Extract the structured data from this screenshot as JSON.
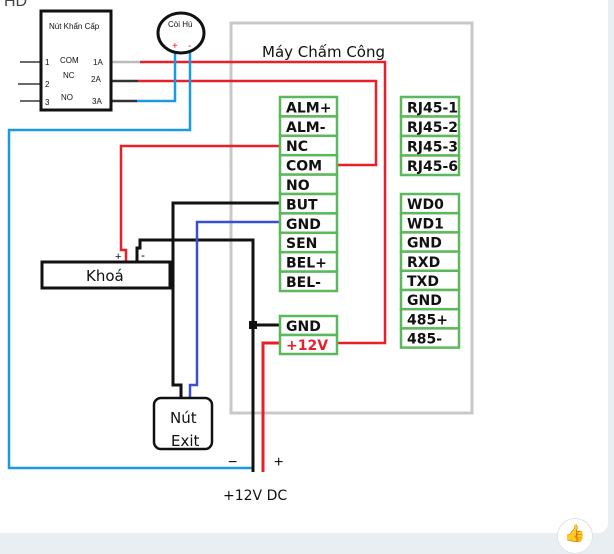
{
  "header_partial_text": "HD",
  "emergency_button": {
    "title": "Nút Khẩn Cấp",
    "left_pins": [
      "1",
      "2",
      "3"
    ],
    "contacts": [
      "COM",
      "NC",
      "NO"
    ],
    "right_pins": [
      "1A",
      "2A",
      "3A"
    ]
  },
  "siren": {
    "title": "Còi Hú",
    "plus": "+",
    "minus": "-"
  },
  "device": {
    "title": "Máy Chấm Công",
    "left_terminals": [
      "ALM+",
      "ALM-",
      "NC",
      "COM",
      "NO",
      "BUT",
      "GND",
      "SEN",
      "BEL+",
      "BEL-"
    ],
    "power_terminals": [
      "GND",
      "+12V"
    ],
    "rj45_terminals": [
      "RJ45-1",
      "RJ45-2",
      "RJ45-3",
      "RJ45-6"
    ],
    "comm_terminals": [
      "WD0",
      "WD1",
      "GND",
      "RXD",
      "TXD",
      "GND",
      "485+",
      "485-"
    ]
  },
  "lock": {
    "label": "Khoá",
    "plus": "+",
    "minus": "-"
  },
  "exit_button": {
    "line1": "Nút",
    "line2": "Exit"
  },
  "power_supply": {
    "minus": "−",
    "plus": "+",
    "label": "+12V DC"
  },
  "colors": {
    "red_wire": "#e8202a",
    "blue_wire": "#1a9be0",
    "exit_blue": "#3a4fcf",
    "terminal_green": "#5cb85c",
    "device_border": "#c8c8c8"
  },
  "reaction": {
    "icon": "thumbs-up-icon"
  }
}
